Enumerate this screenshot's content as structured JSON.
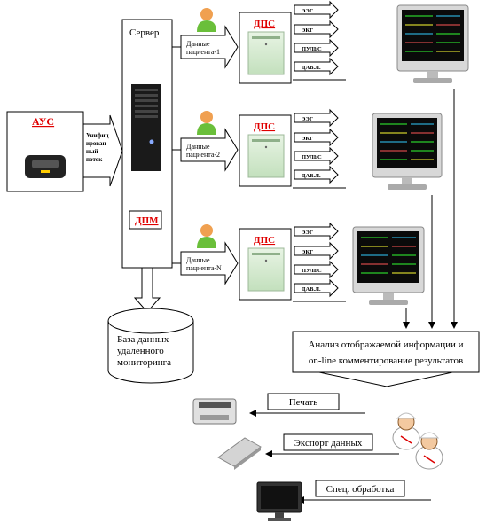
{
  "aus": {
    "label": "АУС",
    "arrow_label_lines": [
      "Унифиц",
      "ирован",
      "ный",
      "поток"
    ]
  },
  "server": {
    "label": "Сервер",
    "dpm_label": "ДПМ"
  },
  "database": {
    "lines": [
      "База данных",
      "удаленного",
      "мониторинга"
    ]
  },
  "patients": [
    {
      "data_lines": [
        "Данные",
        "пациента-1"
      ],
      "dps_label": "ДПС"
    },
    {
      "data_lines": [
        "Данные",
        "пациента-2"
      ],
      "dps_label": "ДПС"
    },
    {
      "data_lines": [
        "Данные",
        "пациента-N"
      ],
      "dps_label": "ДПС"
    }
  ],
  "signals": [
    "ЭЭГ",
    "ЭКГ",
    "ПУЛЬС",
    "ДАВ.Л."
  ],
  "analysis": {
    "lines": [
      "Анализ отображаемой информации и",
      "on-line комментирование результатов"
    ]
  },
  "outputs": [
    {
      "label": "Печать",
      "icon": "printer-icon"
    },
    {
      "label": "Экспорт данных",
      "icon": "hard-drive-icon"
    },
    {
      "label": "Спец. обработка",
      "icon": "monitor-icon"
    }
  ],
  "colors": {
    "accent_red": "#e00000",
    "person_green": "#6abf3a",
    "person_orange": "#f0a050"
  }
}
